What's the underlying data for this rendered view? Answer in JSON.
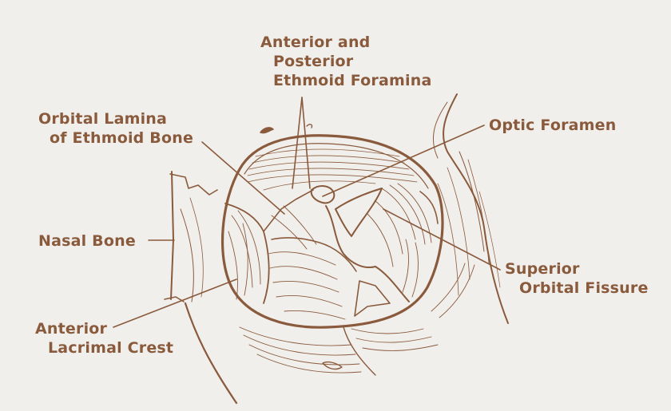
{
  "labels": {
    "ethmoid_foramina": [
      "Anterior and",
      "Posterior",
      "Ethmoid Foramina"
    ],
    "orbital_lamina": [
      "Orbital Lamina",
      "of Ethmoid Bone"
    ],
    "optic_foramen": "Optic Foramen",
    "nasal_bone": "Nasal Bone",
    "superior_orbital_fissure": [
      "Superior",
      "Orbital Fissure"
    ],
    "anterior_lacrimal_crest": [
      "Anterior",
      "Lacrimal Crest"
    ]
  },
  "colors": {
    "ink": "#8a5a3c",
    "paper": "#f1efec"
  }
}
